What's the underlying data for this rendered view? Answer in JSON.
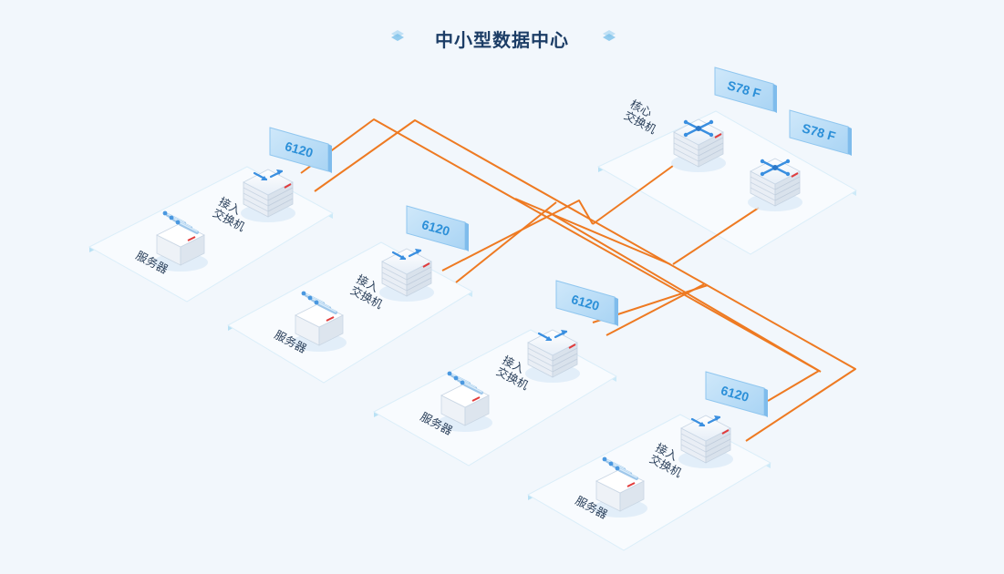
{
  "title": "中小型数据中心",
  "colors": {
    "background": "#f2f7fc",
    "link": "#ee7a22",
    "tag_bg": "#b8dcf6",
    "tag_text": "#2b8fd8",
    "platform_edge": "#b9e1f4",
    "title": "#1c3d66"
  },
  "core_group": {
    "label": "核心\n交换机",
    "switches": [
      {
        "model": "S78 F"
      },
      {
        "model": "S78 F"
      }
    ]
  },
  "access_groups": [
    {
      "switch_model": "6120",
      "switch_label": "接入\n交换机",
      "server_label": "服务器"
    },
    {
      "switch_model": "6120",
      "switch_label": "接入\n交换机",
      "server_label": "服务器"
    },
    {
      "switch_model": "6120",
      "switch_label": "接入\n交换机",
      "server_label": "服务器"
    },
    {
      "switch_model": "6120",
      "switch_label": "接入\n交换机",
      "server_label": "服务器"
    }
  ]
}
